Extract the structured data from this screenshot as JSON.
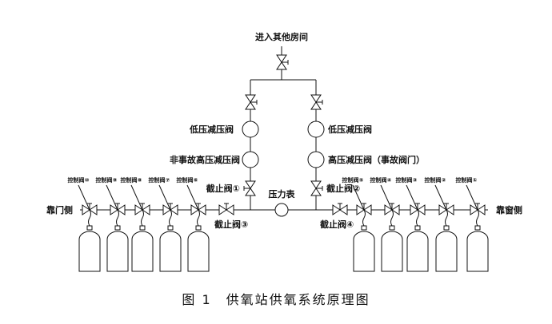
{
  "top_label": "进入其他房间",
  "left_branch": {
    "low": "低压减压阀",
    "high": "非事故高压减压阀",
    "stop": "截止阀①"
  },
  "right_branch": {
    "low": "低压减压阀",
    "high": "高压减压阀（事故阀门）",
    "stop": "截止阀②"
  },
  "gauge": "压力表",
  "stop3": "截止阀③",
  "stop4": "截止阀④",
  "left_side": "靠门侧",
  "right_side": "靠窗侧",
  "left_valves": [
    "控制阀⑩",
    "控制阀⑨",
    "控制阀⑧",
    "控制阀⑦",
    "控制阀⑥"
  ],
  "right_valves": [
    "控制阀⑤",
    "控制阀④",
    "控制阀③",
    "控制阀②",
    "控制阀①"
  ],
  "caption": "图 1　供氧站供氧系统原理图"
}
